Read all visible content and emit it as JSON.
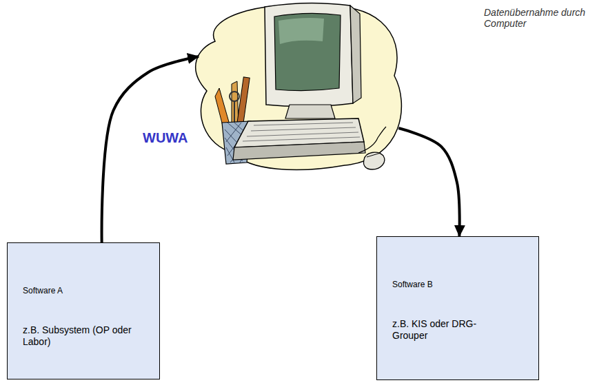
{
  "diagram": {
    "nodes": [
      {
        "text": [
          "WUWA"
        ]
      },
      {
        "text": [
          "Software A",
          "z.B. Subsystem (OP oder Labor)"
        ]
      },
      {
        "text": [
          "Software B",
          "z.B. KIS oder DRG-Grouper"
        ]
      }
    ],
    "edges": [
      {
        "from": 1,
        "to": 0,
        "arrow": "to"
      },
      {
        "from": 0,
        "to": 2,
        "arrow": "to"
      }
    ],
    "labels": [
      "Datenübernahme durch Computer"
    ]
  }
}
